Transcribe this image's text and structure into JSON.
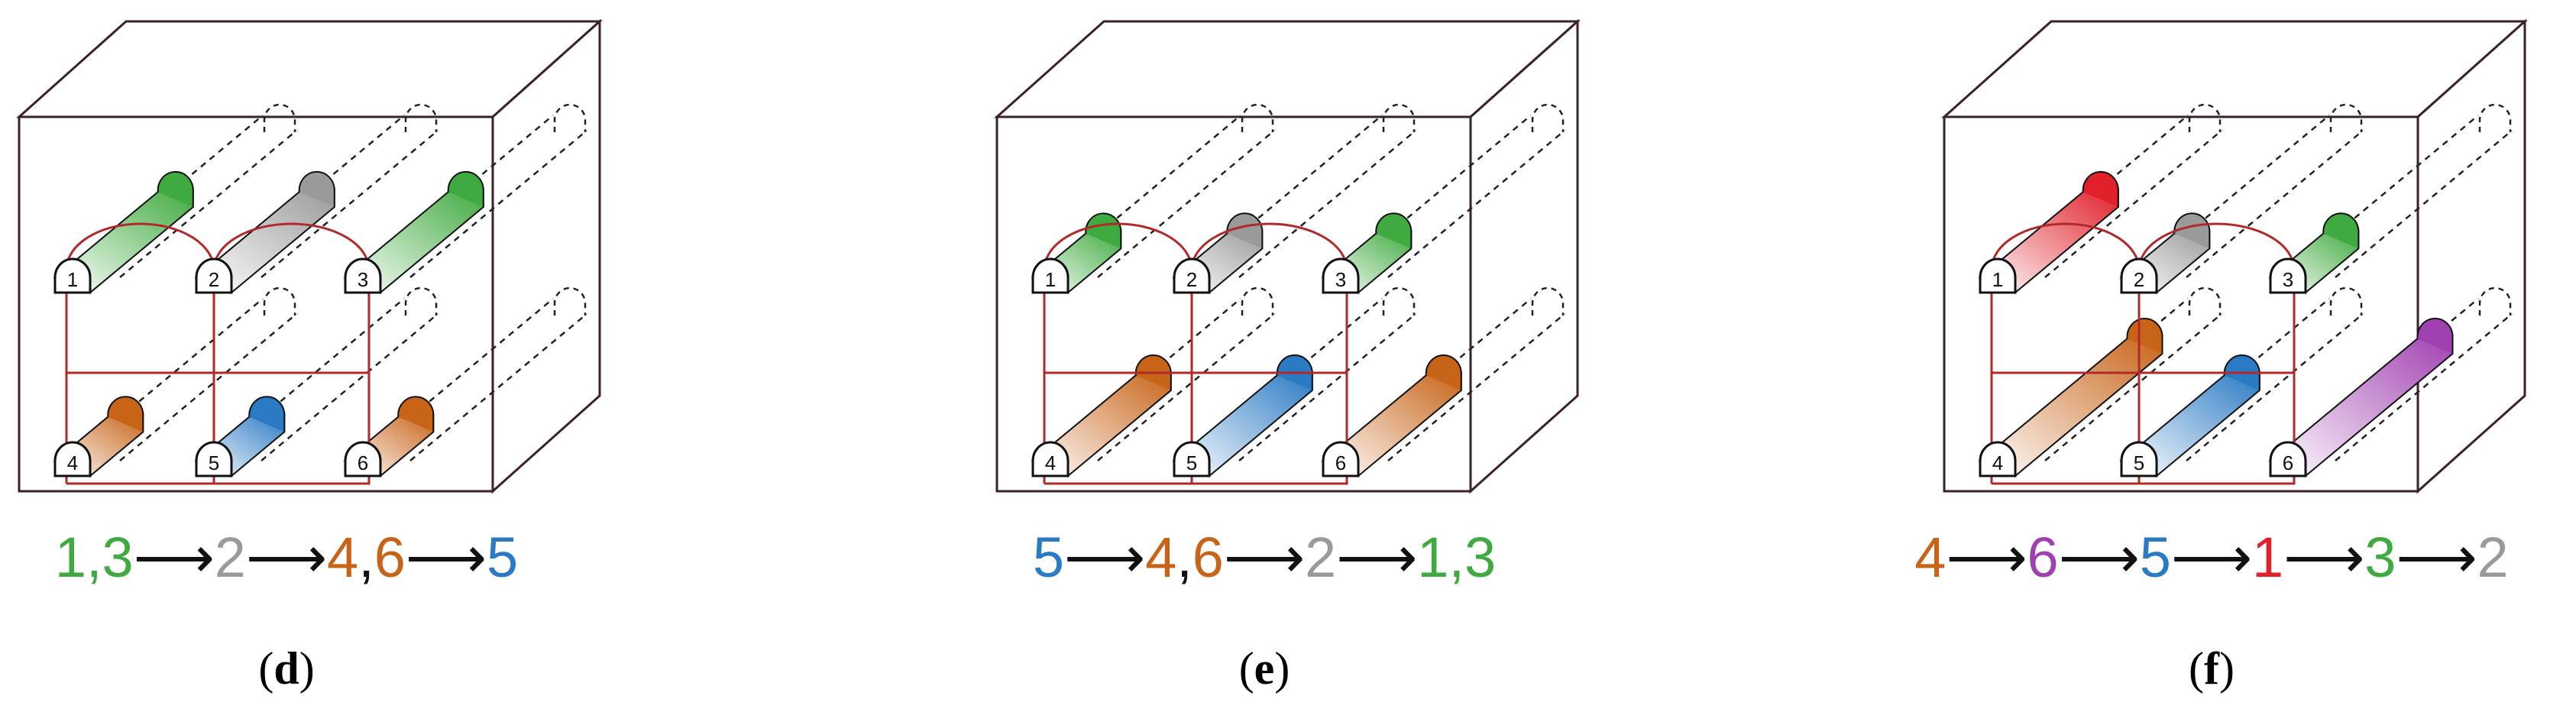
{
  "colors": {
    "outline": "#3a2228",
    "frame": "#b02a2a",
    "dashed": "#222222",
    "green": "#3faa3f",
    "gray": "#9a9a9a",
    "orange": "#c86418",
    "blue": "#2a7ac4",
    "red": "#e0202a",
    "purple": "#a040b0",
    "black": "#111111"
  },
  "arrow": "⟶",
  "panels": [
    {
      "id": "d",
      "caption": {
        "open": "(",
        "letter": "d",
        "close": ")"
      },
      "tunnel_labels": [
        "1",
        "2",
        "3",
        "4",
        "5",
        "6"
      ],
      "tunnel_fills": [
        "green-long",
        "gray-long",
        "green-long",
        "orange-short",
        "blue-short",
        "orange-short"
      ],
      "sequence": [
        {
          "text": "1,3",
          "color": "green"
        },
        {
          "text": "⟶",
          "color": "black"
        },
        {
          "text": "2",
          "color": "gray"
        },
        {
          "text": "⟶",
          "color": "black"
        },
        {
          "text": "4",
          "color": "orange"
        },
        {
          "text": ",",
          "color": "black"
        },
        {
          "text": "6",
          "color": "orange"
        },
        {
          "text": "⟶",
          "color": "black"
        },
        {
          "text": "5",
          "color": "blue"
        }
      ]
    },
    {
      "id": "e",
      "caption": {
        "open": "(",
        "letter": "e",
        "close": ")"
      },
      "tunnel_labels": [
        "1",
        "2",
        "3",
        "4",
        "5",
        "6"
      ],
      "tunnel_fills": [
        "green-short",
        "gray-short",
        "green-short",
        "orange-long",
        "blue-long",
        "orange-long"
      ],
      "sequence": [
        {
          "text": "5",
          "color": "blue"
        },
        {
          "text": "⟶",
          "color": "black"
        },
        {
          "text": "4",
          "color": "orange"
        },
        {
          "text": ",",
          "color": "black"
        },
        {
          "text": "6",
          "color": "orange"
        },
        {
          "text": "⟶",
          "color": "black"
        },
        {
          "text": "2",
          "color": "gray"
        },
        {
          "text": "⟶",
          "color": "black"
        },
        {
          "text": "1,3",
          "color": "green"
        }
      ]
    },
    {
      "id": "f",
      "caption": {
        "open": "(",
        "letter": "f",
        "close": ")"
      },
      "tunnel_labels": [
        "1",
        "2",
        "3",
        "4",
        "5",
        "6"
      ],
      "tunnel_fills": [
        "red-long",
        "gray-short",
        "green-short",
        "orange-xlong",
        "blue-long",
        "purple-xlong"
      ],
      "sequence": [
        {
          "text": "4",
          "color": "orange"
        },
        {
          "text": "⟶",
          "color": "black"
        },
        {
          "text": "6",
          "color": "purple"
        },
        {
          "text": "⟶",
          "color": "black"
        },
        {
          "text": "5",
          "color": "blue"
        },
        {
          "text": "⟶",
          "color": "black"
        },
        {
          "text": "1",
          "color": "red"
        },
        {
          "text": "⟶",
          "color": "black"
        },
        {
          "text": "3",
          "color": "green"
        },
        {
          "text": "⟶",
          "color": "black"
        },
        {
          "text": "2",
          "color": "gray"
        }
      ]
    }
  ]
}
